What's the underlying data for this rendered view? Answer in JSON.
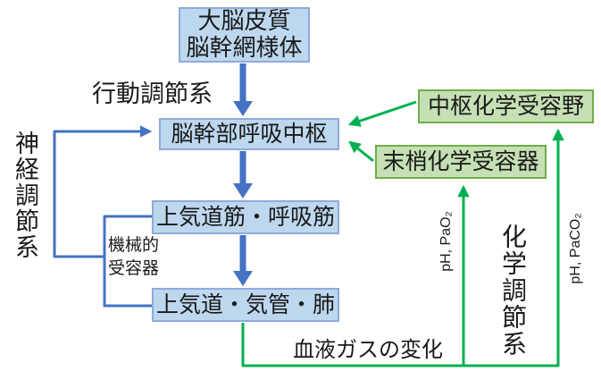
{
  "diagram": {
    "title_context": "respiratory-regulation-diagram",
    "boxes": {
      "cortex": {
        "line1": "大脳皮質",
        "line2": "脳幹網様体"
      },
      "respiratory_center": {
        "label": "脳幹部呼吸中枢"
      },
      "muscles": {
        "label": "上気道筋・呼吸筋"
      },
      "airway": {
        "label": "上気道・気管・肺"
      },
      "central_chemoreceptor": {
        "label": "中枢化学受容野"
      },
      "peripheral_chemoreceptor": {
        "label": "末梢化学受容器"
      }
    },
    "labels": {
      "behavioral_system": "行動調節系",
      "neural_system": "神経調節系",
      "mechanical_receptor_line1": "機械的",
      "mechanical_receptor_line2": "受容器",
      "blood_gas_change": "血液ガスの変化",
      "chemical_system": "化学調節系",
      "ph_pao2": "pH, PaO₂",
      "ph_paco2": "pH, PaCO₂"
    },
    "colors": {
      "blue_box_fill": "#BDD7EE",
      "blue_box_border": "#8FAADC",
      "blue_arrow": "#4472C4",
      "green_box_fill": "#C5E0B4",
      "green_box_border": "#70AD47",
      "green_arrow": "#00B050",
      "text": "#1a1a1a",
      "background": "#ffffff"
    }
  }
}
